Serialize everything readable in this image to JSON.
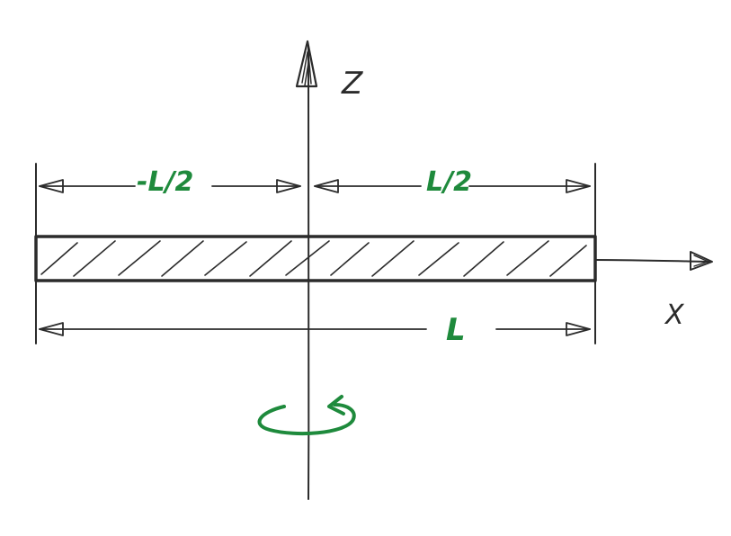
{
  "diagram": {
    "axes": {
      "z_label": "Z",
      "x_label": "X"
    },
    "dimensions": {
      "left_half": "-L/2",
      "right_half": "L/2",
      "total_length": "L"
    },
    "rotation_symbol": "rotation-about-z-arrow",
    "colors": {
      "ink": "#2b2b2b",
      "annotation": "#1e8a3c"
    }
  }
}
